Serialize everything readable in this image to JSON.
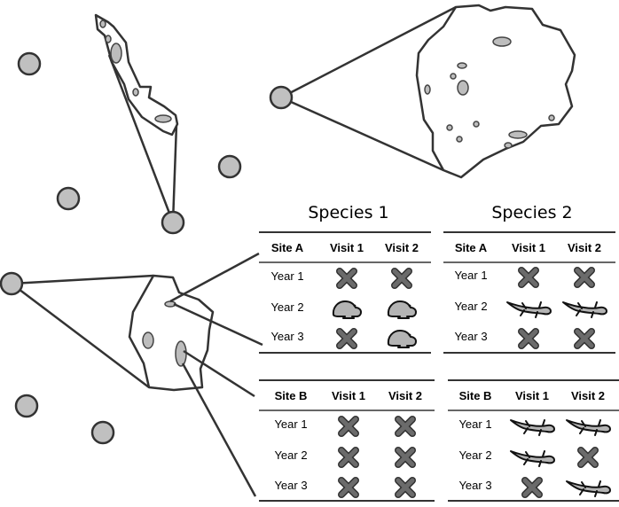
{
  "species_titles": [
    "Species 1",
    "Species 2"
  ],
  "tables": [
    {
      "species": "Species 1",
      "site_label": "Site A",
      "visit_labels": [
        "Visit 1",
        "Visit 2"
      ],
      "rows": [
        {
          "year": "Year 1",
          "visits": [
            "absent",
            "absent"
          ]
        },
        {
          "year": "Year 2",
          "visits": [
            "frog",
            "frog"
          ]
        },
        {
          "year": "Year 3",
          "visits": [
            "absent",
            "frog"
          ]
        }
      ]
    },
    {
      "species": "Species 2",
      "site_label": "Site A",
      "visit_labels": [
        "Visit 1",
        "Visit 2"
      ],
      "rows": [
        {
          "year": "Year 1",
          "visits": [
            "absent",
            "absent"
          ]
        },
        {
          "year": "Year 2",
          "visits": [
            "salamander",
            "salamander"
          ]
        },
        {
          "year": "Year 3",
          "visits": [
            "absent",
            "absent"
          ]
        }
      ]
    },
    {
      "species": "Species 1",
      "site_label": "Site B",
      "visit_labels": [
        "Visit 1",
        "Visit 2"
      ],
      "rows": [
        {
          "year": "Year 1",
          "visits": [
            "absent",
            "absent"
          ]
        },
        {
          "year": "Year 2",
          "visits": [
            "absent",
            "absent"
          ]
        },
        {
          "year": "Year 3",
          "visits": [
            "absent",
            "absent"
          ]
        }
      ]
    },
    {
      "species": "Species 2",
      "site_label": "Site B",
      "visit_labels": [
        "Visit 1",
        "Visit 2"
      ],
      "rows": [
        {
          "year": "Year 1",
          "visits": [
            "salamander",
            "salamander"
          ]
        },
        {
          "year": "Year 2",
          "visits": [
            "salamander",
            "absent"
          ]
        },
        {
          "year": "Year 3",
          "visits": [
            "absent",
            "salamander"
          ]
        }
      ]
    }
  ],
  "icons": {
    "absent": "x-mark-icon",
    "frog": "frog-icon",
    "salamander": "salamander-icon"
  },
  "colors": {
    "site_marker": "#c0c0c0",
    "absent_mark": "#6b6b6b",
    "animal_fill": "#b4b4b4"
  }
}
